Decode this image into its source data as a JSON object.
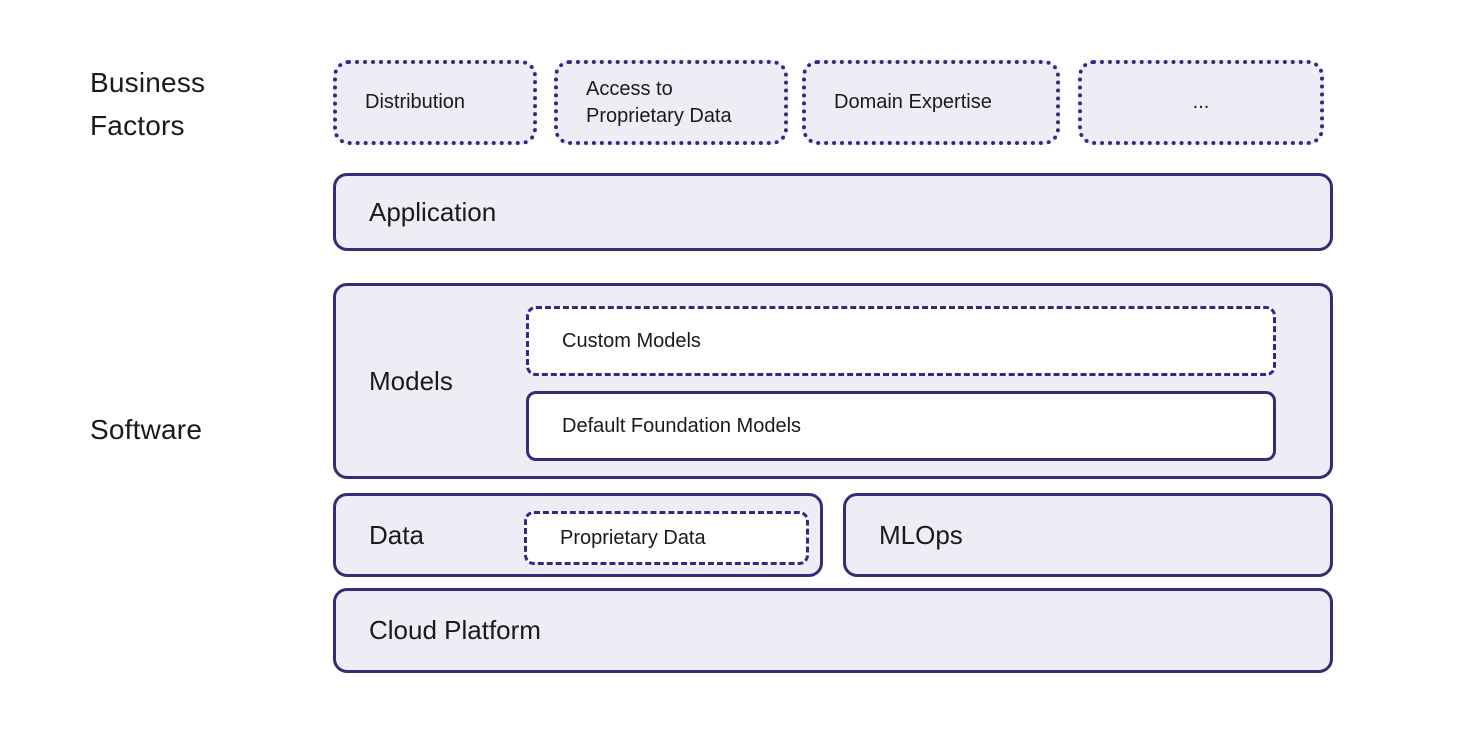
{
  "diagram": {
    "left_labels": {
      "business_factors": "Business Factors",
      "software": "Software"
    },
    "business_factors_row": [
      "Distribution",
      "Access to Proprietary Data",
      "Domain Expertise",
      "..."
    ],
    "software_stack": {
      "application": "Application",
      "models": "Models",
      "custom_models": "Custom Models",
      "default_foundation_models": "Default Foundation Models",
      "data": "Data",
      "proprietary_data": "Proprietary Data",
      "mlops": "MLOps",
      "cloud_platform": "Cloud Platform"
    },
    "colors": {
      "border_solid": "#362d79",
      "border_dotted": "#2e2a86",
      "box_fill": "#eeedf6",
      "inner_fill": "#ffffff",
      "text": "#1a1a1a",
      "background": "#ffffff"
    }
  }
}
